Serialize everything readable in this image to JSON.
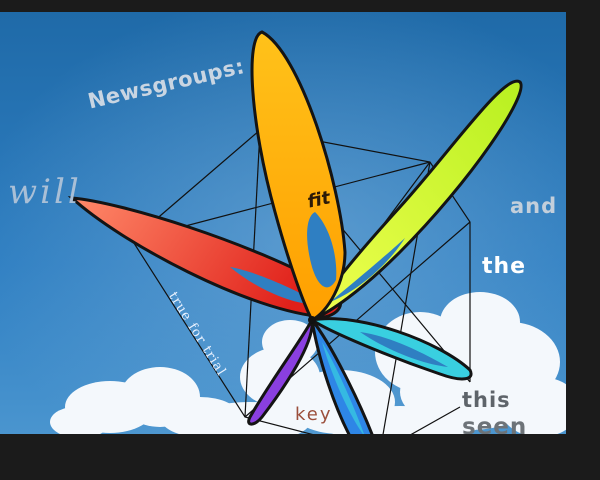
{
  "scene": {
    "description_colors": {
      "sky_top": "#1f6aa8",
      "sky_bottom": "#3f8fcf",
      "frame": "#1b1b1b",
      "kite_orange": "#ffb300",
      "kite_lime": "#d6ff3a",
      "kite_coral": "#ff7350",
      "kite_cyan": "#39cfe0",
      "kite_purple": "#8a3fe0",
      "kite_blue": "#2e86e6"
    },
    "words": {
      "newsgroups": "Newsgroups:",
      "will": "will",
      "and": "and",
      "the": "the",
      "fit": "fit",
      "true_for_trial": "true for trial",
      "key": "key",
      "this": "this",
      "seen": "seen"
    }
  }
}
